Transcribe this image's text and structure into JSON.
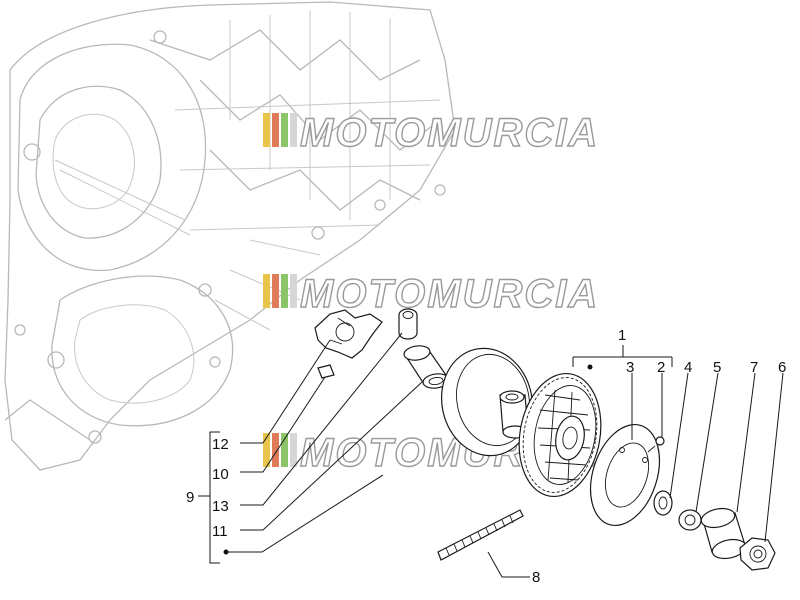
{
  "diagram": {
    "watermark_text": "MOTOMURCIA",
    "colors": {
      "background": "#ffffff",
      "housing_line": "#b8b8b8",
      "part_line": "#1a1a1a",
      "watermark_outline": "#9a9a9a",
      "watermark_stripes": [
        "#e8c44a",
        "#e07b5a",
        "#8cc46a",
        "#d6d6d6"
      ]
    },
    "callouts": {
      "c1": "1",
      "c2": "2",
      "c3": "3",
      "c4": "4",
      "c5": "5",
      "c6": "6",
      "c7": "7",
      "c8": "8",
      "c9": "9",
      "c10": "10",
      "c11": "11",
      "c12": "12",
      "c13": "13"
    }
  }
}
